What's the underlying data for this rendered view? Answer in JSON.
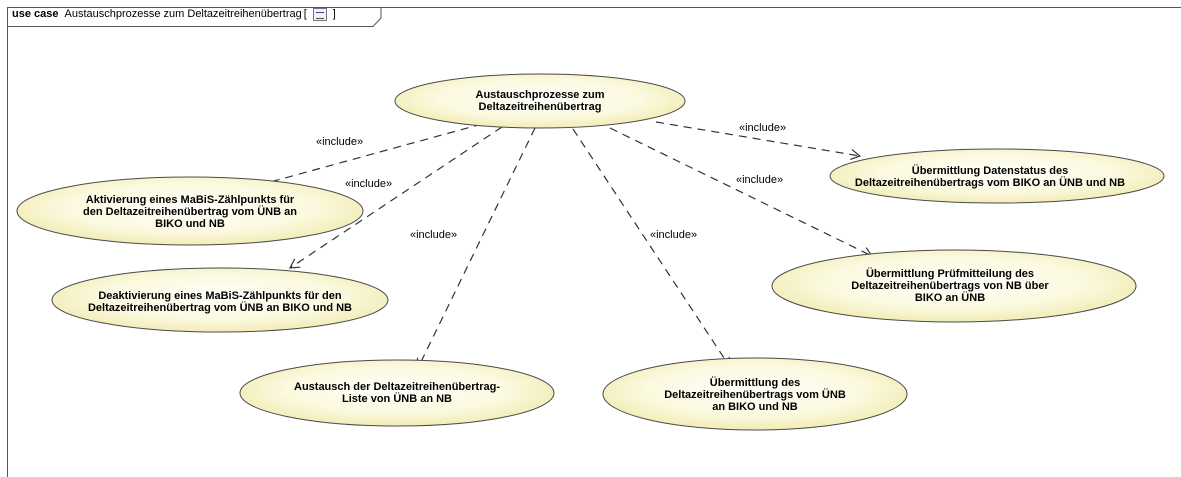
{
  "frame": {
    "keyword": "use case",
    "name": "Austauschprozesse zum Deltazeitreihenübertrag",
    "icon": "diagram-icon",
    "close_bracket": "]",
    "open_bracket": "["
  },
  "colors": {
    "ellipse_fill_inner": "#fffff5",
    "ellipse_fill_outer": "#f3efb9",
    "ellipse_stroke": "#4a4a4a",
    "line": "#333333"
  },
  "use_cases": {
    "main": "Austauschprozesse zum\nDeltazeitreihenübertrag",
    "activate": "Aktivierung eines MaBiS-Zählpunkts für\nden Deltazeitreihenübertrag vom ÜNB an\nBIKO und NB",
    "deactivate": "Deaktivierung eines MaBiS-Zählpunkts für den\nDeltazeitreihenübertrag vom ÜNB an BIKO und NB",
    "exchange_list": "Austausch der Deltazeitreihenübertrag-\nListe von ÜNB an NB",
    "transmit": "Übermittlung des\nDeltazeitreihenübertrags vom ÜNB\nan BIKO und NB",
    "check_notice": "Übermittlung Prüfmitteilung des\nDeltazeitreihenübertrags von NB über\nBIKO an ÜNB",
    "data_status": "Übermittlung Datenstatus des\nDeltazeitreihenübertrags vom BIKO an ÜNB und NB"
  },
  "stereotypes": {
    "s1": "«include»",
    "s2": "«include»",
    "s3": "«include»",
    "s4": "«include»",
    "s5": "«include»",
    "s6": "«include»"
  }
}
